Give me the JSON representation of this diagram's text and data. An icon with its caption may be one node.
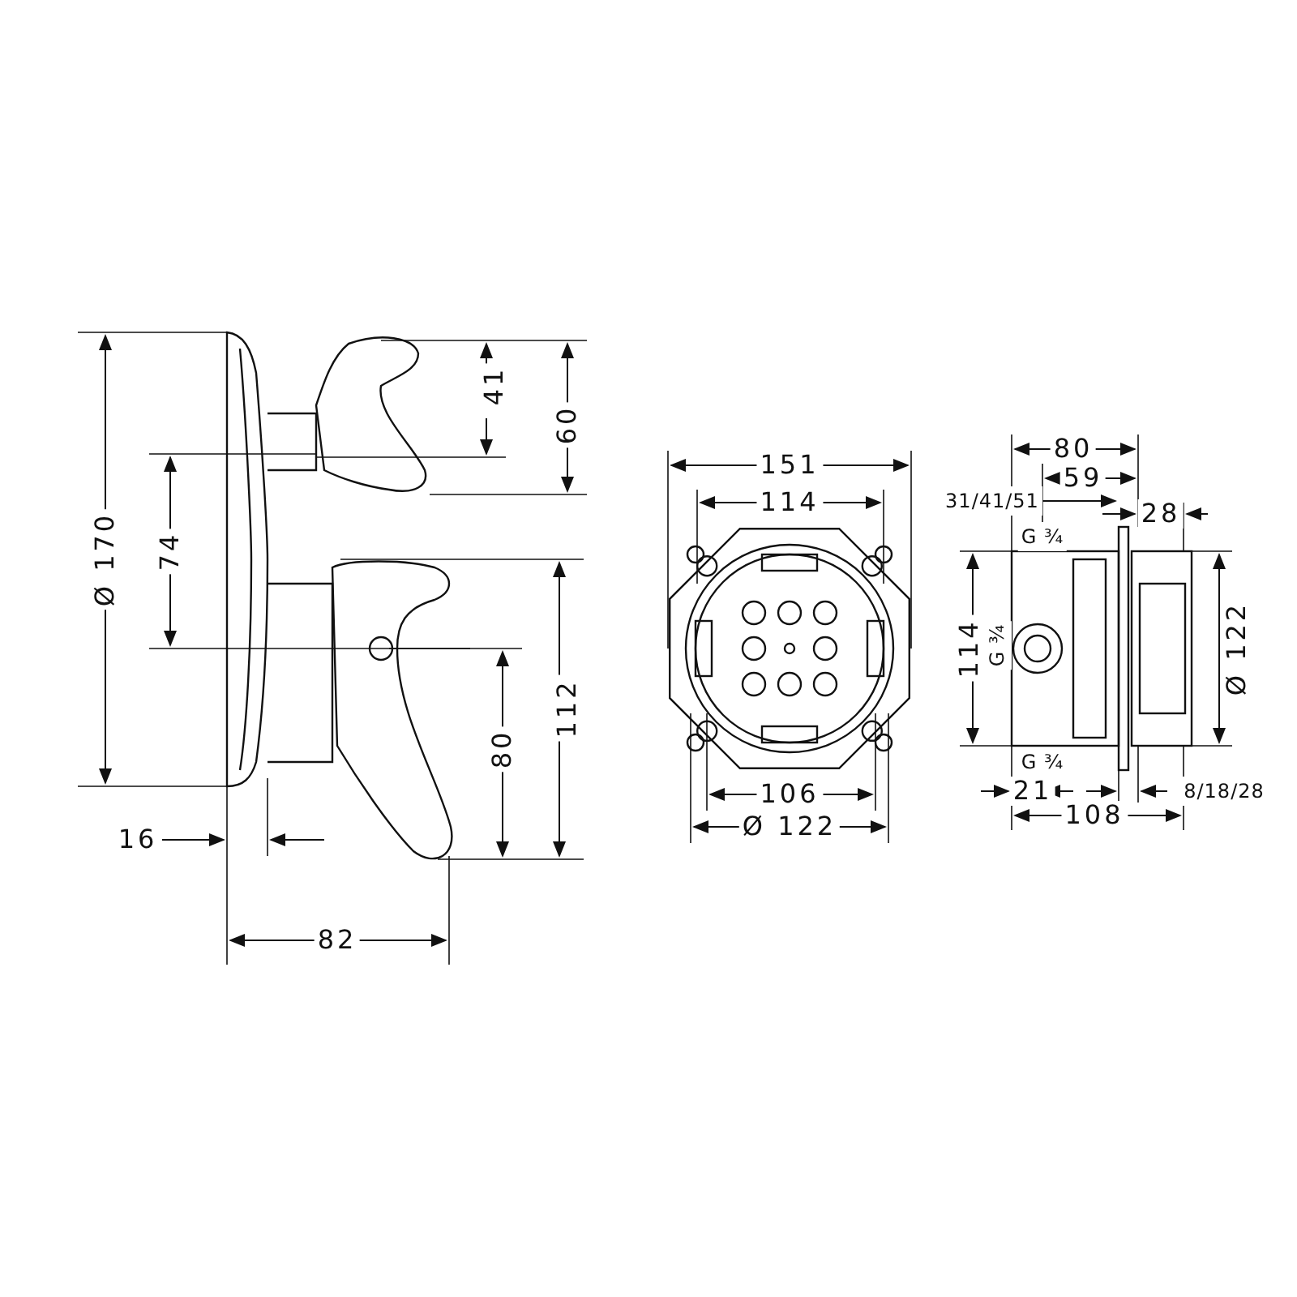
{
  "diagram": {
    "labels": [
      "Ø 170",
      "74",
      "41",
      "60",
      "112",
      "80",
      "16",
      "82",
      "151",
      "114",
      "106",
      "Ø 122",
      "80",
      "59",
      "31/41/51",
      "28",
      "G ¾",
      "114",
      "G ¾",
      "Ø 122",
      "G ¾",
      "21",
      "8/18/28",
      "108"
    ]
  }
}
